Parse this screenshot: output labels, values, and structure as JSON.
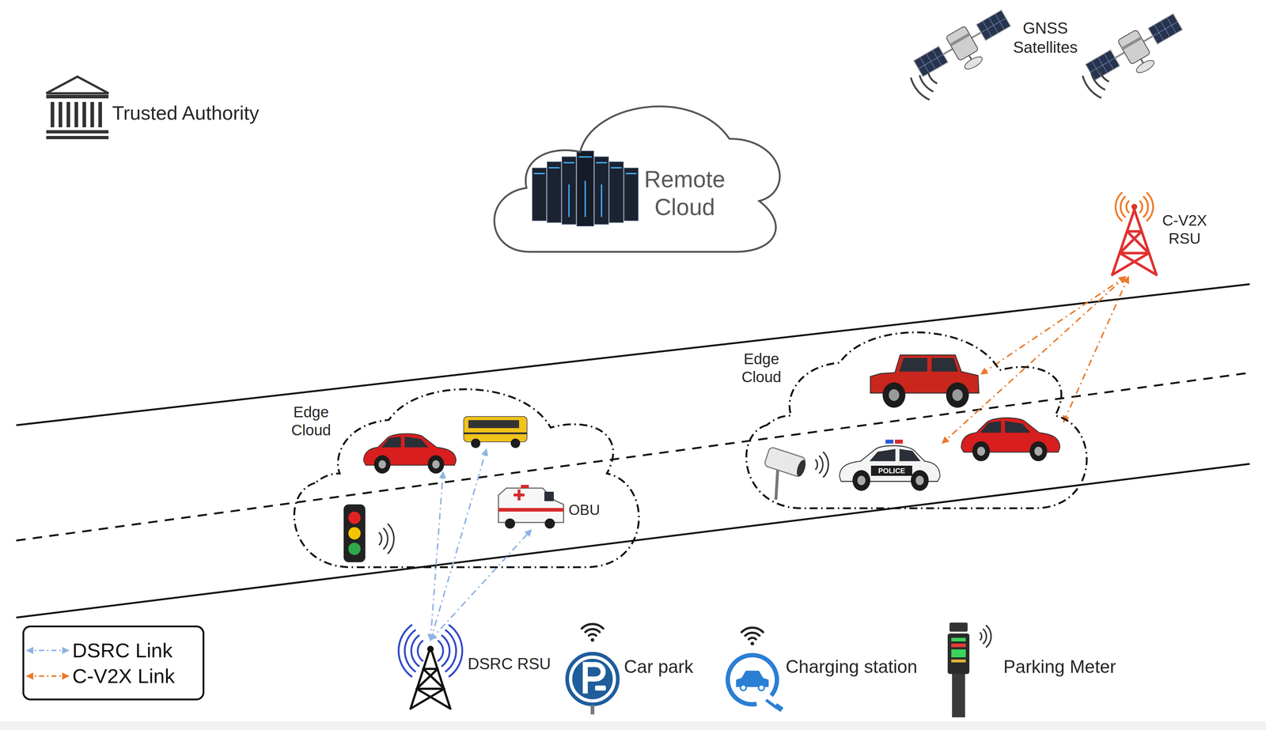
{
  "diagram": {
    "nodes": [
      {
        "text": [
          "Trusted Authority"
        ]
      },
      {
        "text": [
          "Remote Cloud"
        ]
      },
      {
        "text": [
          "GNSS Satellites"
        ]
      },
      {
        "text": [
          "C-V2X RSU"
        ]
      },
      {
        "text": [
          "Edge Cloud"
        ]
      },
      {
        "text": [
          "OBU"
        ],
        "in": 4
      },
      {
        "text": [
          "Edge Cloud"
        ]
      },
      {
        "text": [
          "DSRC RSU"
        ]
      },
      {
        "text": [
          "Car park"
        ]
      },
      {
        "text": [
          "Charging station"
        ]
      },
      {
        "text": [
          "Parking Meter"
        ]
      }
    ],
    "edges": [
      {
        "from": 7,
        "to": 5,
        "arrow": "both"
      }
    ],
    "labels": [
      "POLICE"
    ],
    "legend": [
      {
        "text": "DSRC Link"
      },
      {
        "text": "C-V2X Link"
      }
    ]
  }
}
